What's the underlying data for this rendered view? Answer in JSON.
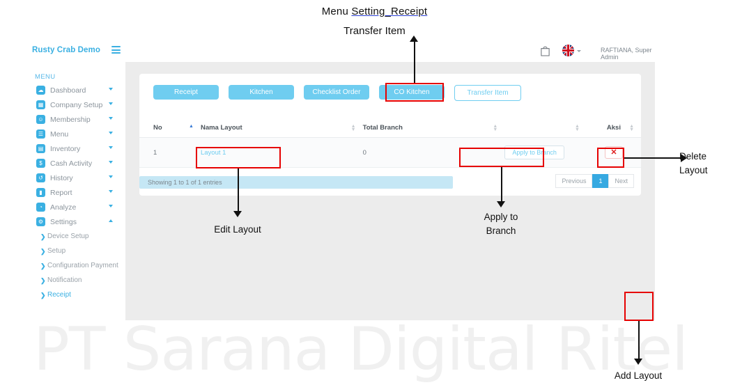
{
  "annotations": {
    "title_prefix": "Menu ",
    "title_link": "Setting_Receipt",
    "subtitle": "Transfer Item",
    "edit_layout": "Edit Layout",
    "apply_to_branch_l1": "Apply to",
    "apply_to_branch_l2": "Branch",
    "delete_layout_l1": "Delete",
    "delete_layout_l2": "Layout",
    "add_layout": "Add Layout"
  },
  "sidebar": {
    "brand": "Rusty Crab Demo",
    "menu_caption": "MENU",
    "items": [
      {
        "label": "Dashboard",
        "icon": "dashboard-icon",
        "glyph": "☁"
      },
      {
        "label": "Company Setup",
        "icon": "company-icon",
        "glyph": "▤"
      },
      {
        "label": "Membership",
        "icon": "membership-icon",
        "glyph": "☺"
      },
      {
        "label": "Menu",
        "icon": "menu-fork-icon",
        "glyph": "Ÿ"
      },
      {
        "label": "Inventory",
        "icon": "inventory-icon",
        "glyph": "▤"
      },
      {
        "label": "Cash Activity",
        "icon": "cash-icon",
        "glyph": "$"
      },
      {
        "label": "History",
        "icon": "history-icon",
        "glyph": "↺"
      },
      {
        "label": "Report",
        "icon": "report-icon",
        "glyph": "▮"
      },
      {
        "label": "Analyze",
        "icon": "analyze-icon",
        "glyph": "◔"
      },
      {
        "label": "Settings",
        "icon": "gear-icon",
        "glyph": "⚙"
      }
    ],
    "sub_items": [
      {
        "label": "Device Setup",
        "active": false
      },
      {
        "label": "Setup",
        "active": false
      },
      {
        "label": "Configuration Payment",
        "active": false
      },
      {
        "label": "Notification",
        "active": false
      },
      {
        "label": "Receipt",
        "active": true
      }
    ]
  },
  "topbar": {
    "user": "RAFTIANA, Super Admin",
    "bag_icon": "shopping-bag-icon",
    "flag_icon": "uk-flag-icon"
  },
  "tabs": [
    {
      "label": "Receipt",
      "active": false
    },
    {
      "label": "Kitchen",
      "active": false
    },
    {
      "label": "Checklist Order",
      "active": false
    },
    {
      "label": "CO Kitchen",
      "active": false
    },
    {
      "label": "Transfer Item",
      "active": true
    }
  ],
  "table": {
    "headers": [
      "No",
      "Nama Layout",
      "Total Branch",
      "",
      "Aksi"
    ],
    "rows": [
      {
        "no": "1",
        "name": "Layout 1",
        "branch": "0",
        "apply": "Apply to Branch",
        "delete": "✕"
      }
    ],
    "showing": "Showing 1 to 1 of 1 entries",
    "pagination": {
      "previous": "Previous",
      "current": "1",
      "next": "Next"
    }
  },
  "fab": {
    "label": "+"
  },
  "watermark": "PT Sarana Digital Ritel",
  "colors": {
    "brand_blue": "#3ab0e2",
    "tab_blue": "#6fcdf0",
    "accent_blue": "#36a9e1",
    "red": "#e60000",
    "content_gray": "#ececec"
  }
}
